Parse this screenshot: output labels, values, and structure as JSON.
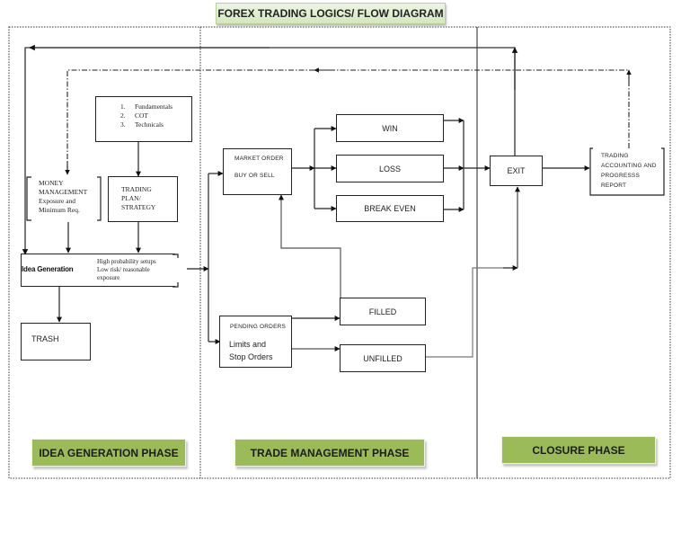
{
  "title": "FOREX TRADING LOGICS/ FLOW DIAGRAM",
  "phases": {
    "idea_generation": "IDEA GENERATION PHASE",
    "trade_management": "TRADE MANAGEMENT PHASE",
    "closure": "CLOSURE PHASE"
  },
  "analysis_list": [
    {
      "num": "1.",
      "label": "Fundamentals"
    },
    {
      "num": "2.",
      "label": "COT"
    },
    {
      "num": "3.",
      "label": "Technicals"
    }
  ],
  "money_management": {
    "line1": "MONEY",
    "line2": "MANAGEMENT",
    "line3": "Exposure and",
    "line4": "Minimum Req."
  },
  "trading_plan": {
    "line1": "TRADING",
    "line2": "PLAN/",
    "line3": "STRATEGY"
  },
  "idea_generation": {
    "label": "Idea Generation",
    "note1": "High probability setups",
    "note2": "Low risk/ reasonable",
    "note3": "exposure"
  },
  "trash": "TRASH",
  "market_order": {
    "line1": "MARKET ORDER",
    "line2": "BUY OR SELL"
  },
  "outcomes": {
    "win": "WIN",
    "loss": "LOSS",
    "break_even": "BREAK EVEN"
  },
  "pending_orders": {
    "heading": "PENDING ORDERS",
    "line1": "Limits and",
    "line2": "Stop Orders"
  },
  "filled": "FILLED",
  "unfilled": "UNFILLED",
  "exit": "EXIT",
  "report": {
    "line1": "TRADING",
    "line2": "ACCOUNTING AND",
    "line3": "PROGRESSS",
    "line4": "REPORT"
  }
}
